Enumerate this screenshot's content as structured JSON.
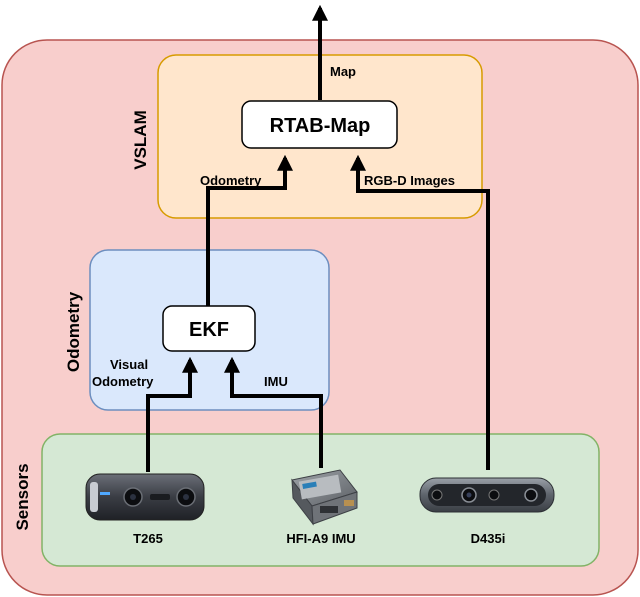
{
  "groups": {
    "outer": {
      "label": "",
      "color": "#f8cecc",
      "border": "#b85450"
    },
    "vslam": {
      "label": "VSLAM",
      "color": "#ffe6cc",
      "border": "#d79b00"
    },
    "odometry": {
      "label": "Odometry",
      "color": "#dae8fc",
      "border": "#6c8ebf"
    },
    "sensors": {
      "label": "Sensors",
      "color": "#d5e8d4",
      "border": "#82b366"
    }
  },
  "nodes": {
    "rtabmap": "RTAB-Map",
    "ekf": "EKF"
  },
  "edges": {
    "map": "Map",
    "odometry": "Odometry",
    "rgbd": "RGB-D Images",
    "visual_odometry_1": "Visual",
    "visual_odometry_2": "Odometry",
    "imu": "IMU"
  },
  "sensors": {
    "t265": "T265",
    "hfi": "HFI-A9 IMU",
    "d435i": "D435i"
  },
  "icons": [
    "t265-camera-icon",
    "imu-device-icon",
    "d435i-camera-icon"
  ]
}
